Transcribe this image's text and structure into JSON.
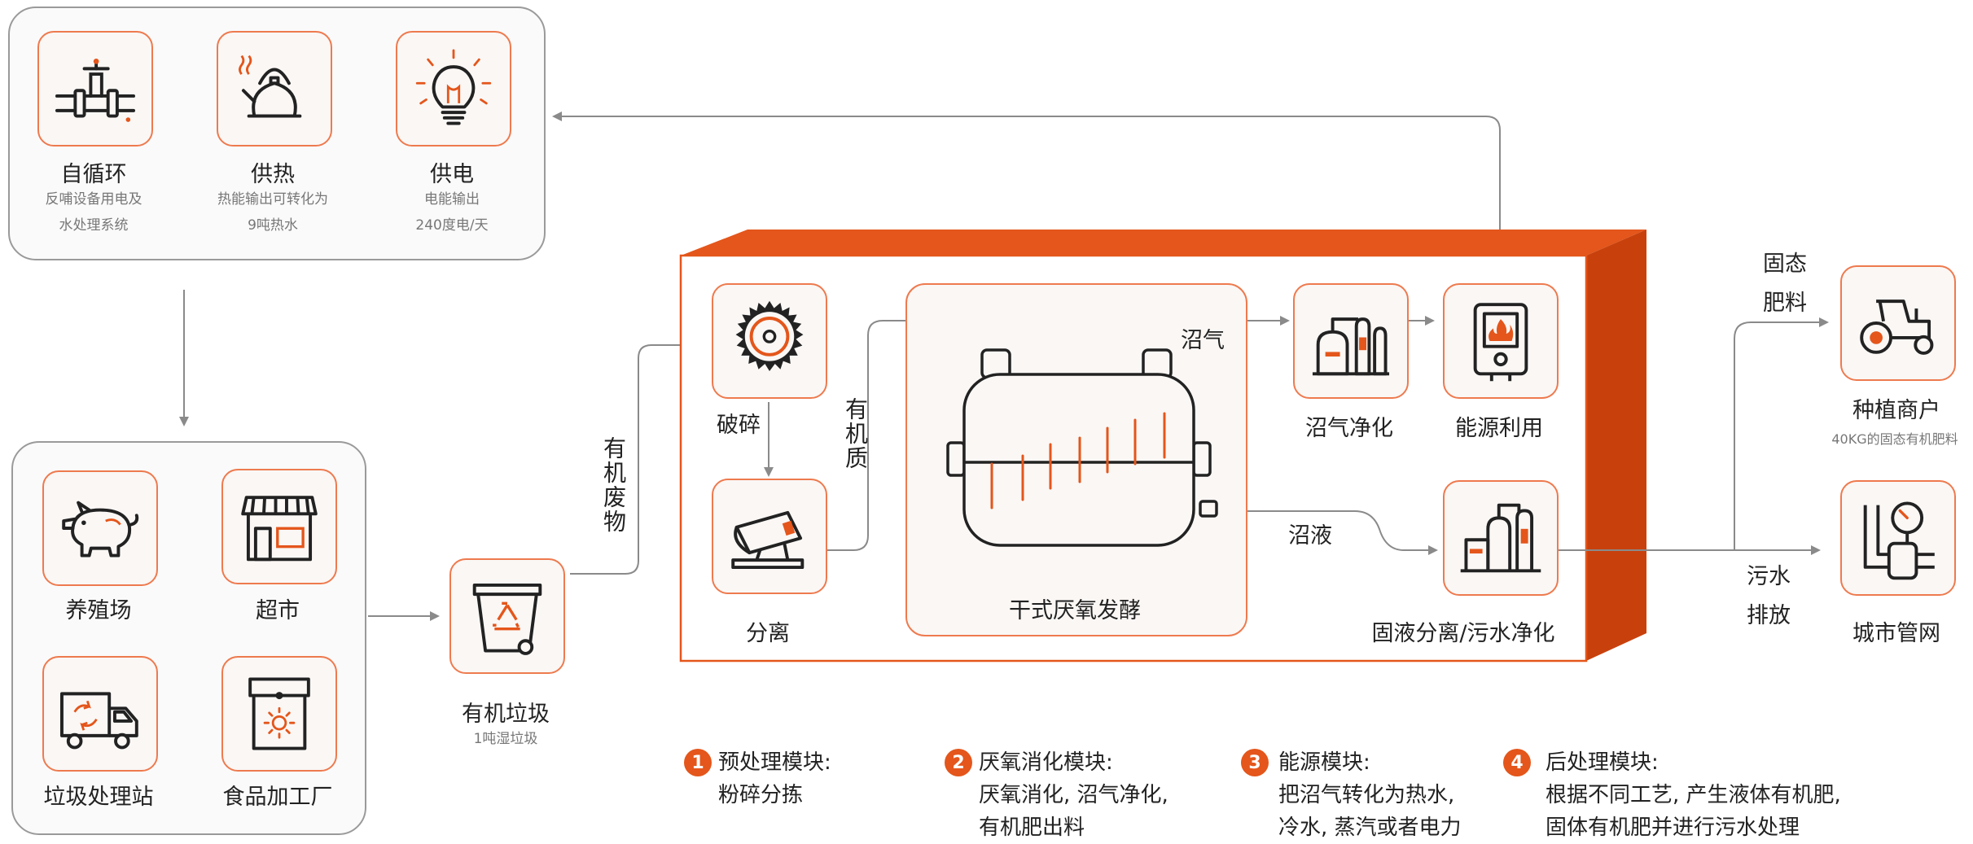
{
  "colors": {
    "accent": "#e4561b",
    "tile_border": "#ee7a4e",
    "line": "#8a8a8a"
  },
  "top_group": {
    "items": [
      {
        "icon": "pipe-valve-icon",
        "title": "自循环",
        "desc1": "反哺设备用电及",
        "desc2": "水处理系统"
      },
      {
        "icon": "kettle-icon",
        "title": "供热",
        "desc1": "热能输出可转化为",
        "desc2": "9吨热水"
      },
      {
        "icon": "lightbulb-icon",
        "title": "供电",
        "desc1": "电能输出",
        "desc2": "240度电/天"
      }
    ]
  },
  "source_group": {
    "items": [
      {
        "icon": "pig-icon",
        "title": "养殖场"
      },
      {
        "icon": "store-icon",
        "title": "超市"
      },
      {
        "icon": "garbage-truck-icon",
        "title": "垃圾处理站"
      },
      {
        "icon": "food-bag-icon",
        "title": "食品加工厂"
      }
    ]
  },
  "organic_waste": {
    "icon": "recycle-bin-icon",
    "title": "有机垃圾",
    "desc": "1吨湿垃圾"
  },
  "flow_labels": {
    "organic_waste_flow": "有机废物",
    "organic_matter": "有机质",
    "biogas": "沼气",
    "digestate": "沼液",
    "solid_fertilizer_line1": "固态",
    "solid_fertilizer_line2": "肥料",
    "sewage_line1": "污水",
    "sewage_line2": "排放"
  },
  "process": {
    "crush": {
      "icon": "saw-blade-icon",
      "title": "破碎"
    },
    "separate": {
      "icon": "separator-machine-icon",
      "title": "分离"
    },
    "fermentation": {
      "title": "干式厌氧发酵"
    },
    "biogas_purify": {
      "icon": "gas-tanks-icon",
      "title": "沼气净化"
    },
    "energy_use": {
      "icon": "boiler-icon",
      "title": "能源利用"
    },
    "solid_liquid": {
      "icon": "treatment-plant-icon",
      "title": "固液分离/污水净化"
    }
  },
  "outputs": {
    "farm": {
      "icon": "tractor-icon",
      "title": "种植商户",
      "desc": "40KG的固态有机肥料"
    },
    "city": {
      "icon": "pipe-gauge-icon",
      "title": "城市管网"
    }
  },
  "legend": [
    {
      "num": "1",
      "title": "预处理模块:",
      "lines": [
        "粉碎分拣"
      ]
    },
    {
      "num": "2",
      "title": "厌氧消化模块:",
      "lines": [
        "厌氧消化, 沼气净化,",
        "有机肥出料"
      ]
    },
    {
      "num": "3",
      "title": "能源模块:",
      "lines": [
        "把沼气转化为热水,",
        "冷水, 蒸汽或者电力"
      ]
    },
    {
      "num": "4",
      "title": "后处理模块:",
      "lines": [
        "根据不同工艺, 产生液体有机肥,",
        "固体有机肥并进行污水处理"
      ]
    }
  ]
}
